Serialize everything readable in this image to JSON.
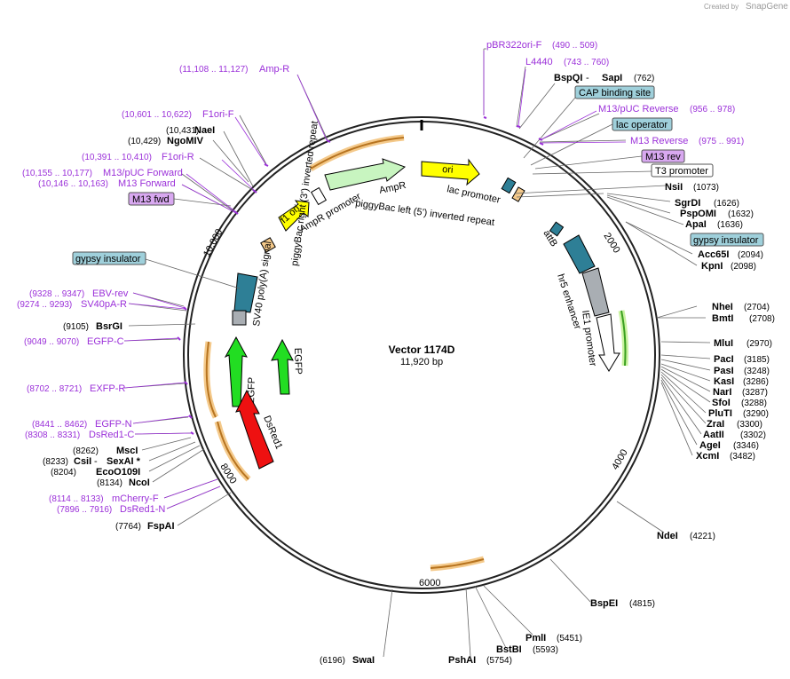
{
  "credit": {
    "created_by": "Created by",
    "brand": "SnapGene"
  },
  "map": {
    "name": "Vector 1174D",
    "size": "11,920 bp",
    "ticks": [
      "2000",
      "4000",
      "6000",
      "8000",
      "10,000"
    ]
  },
  "right_sites": [
    {
      "name": "NsiI",
      "pos": "(1073)"
    },
    {
      "name": "SgrDI",
      "pos": "(1626)"
    },
    {
      "name": "PspOMI",
      "pos": "(1632)"
    },
    {
      "name": "ApaI",
      "pos": "(1636)"
    },
    {
      "name": "Acc65I",
      "pos": "(2094)"
    },
    {
      "name": "KpnI",
      "pos": "(2098)"
    },
    {
      "name": "NheI",
      "pos": "(2704)"
    },
    {
      "name": "BmtI",
      "pos": "(2708)"
    },
    {
      "name": "MluI",
      "pos": "(2970)"
    },
    {
      "name": "PacI",
      "pos": "(3185)"
    },
    {
      "name": "PasI",
      "pos": "(3248)"
    },
    {
      "name": "KasI",
      "pos": "(3286)"
    },
    {
      "name": "NarI",
      "pos": "(3287)"
    },
    {
      "name": "SfoI",
      "pos": "(3288)"
    },
    {
      "name": "PluTI",
      "pos": "(3290)"
    },
    {
      "name": "ZraI",
      "pos": "(3300)"
    },
    {
      "name": "AatII",
      "pos": "(3302)"
    },
    {
      "name": "AgeI",
      "pos": "(3346)"
    },
    {
      "name": "XcmI",
      "pos": "(3482)"
    },
    {
      "name": "NdeI",
      "pos": "(4221)"
    },
    {
      "name": "BspEI",
      "pos": "(4815)"
    },
    {
      "name": "PmlI",
      "pos": "(5451)"
    },
    {
      "name": "BstBI",
      "pos": "(5593)"
    },
    {
      "name": "PshAI",
      "pos": "(5754)"
    },
    {
      "name": "SwaI",
      "pos": "(6196)"
    }
  ],
  "top_sites": [
    {
      "name": "BspQI",
      "sep": " - ",
      "name2": "SapI",
      "pos": "(762)"
    }
  ],
  "top_primers": [
    {
      "name": "pBR322ori-F",
      "pos": "(490 .. 509)"
    },
    {
      "name": "L4440",
      "pos": "(743 .. 760)"
    },
    {
      "name": "M13/pUC Reverse",
      "pos": "(956 .. 978)"
    },
    {
      "name": "M13 Reverse",
      "pos": "(975 .. 991)"
    }
  ],
  "top_boxes": [
    "CAP binding site",
    "lac operator",
    "M13 rev",
    "T3 promoter",
    "gypsy insulator"
  ],
  "left_sites": [
    {
      "name": "NaeI",
      "pos": "(10,431)"
    },
    {
      "name": "NgoMIV",
      "pos": "(10,429)"
    },
    {
      "name": "BsrGI",
      "pos": "(9105)"
    },
    {
      "name": "MscI",
      "pos": "(8262)"
    },
    {
      "name": "CsiI",
      "sep": " - ",
      "name2": "SexAI *",
      "pos": "(8233)"
    },
    {
      "name": "EcoO109I",
      "pos": "(8204)"
    },
    {
      "name": "NcoI",
      "pos": "(8134)"
    },
    {
      "name": "FspAI",
      "pos": "(7764)"
    }
  ],
  "left_primers": [
    {
      "name": "Amp-R",
      "pos": "(11,108 .. 11,127)"
    },
    {
      "name": "F1ori-F",
      "pos": "(10,601 .. 10,622)"
    },
    {
      "name": "F1ori-R",
      "pos": "(10,391 .. 10,410)"
    },
    {
      "name": "M13/pUC Forward",
      "pos": "(10,155 .. 10,177)"
    },
    {
      "name": "M13 Forward",
      "pos": "(10,146 .. 10,163)"
    },
    {
      "name": "EBV-rev",
      "pos": "(9328 .. 9347)"
    },
    {
      "name": "SV40pA-R",
      "pos": "(9274 .. 9293)"
    },
    {
      "name": "EGFP-C",
      "pos": "(9049 .. 9070)"
    },
    {
      "name": "EXFP-R",
      "pos": "(8702 .. 8721)"
    },
    {
      "name": "EGFP-N",
      "pos": "(8441 .. 8462)"
    },
    {
      "name": "DsRed1-C",
      "pos": "(8308 .. 8331)"
    },
    {
      "name": "mCherry-F",
      "pos": "(8114 .. 8133)"
    },
    {
      "name": "DsRed1-N",
      "pos": "(7896 .. 7916)"
    }
  ],
  "left_boxes": [
    "M13 fwd",
    "gypsy insulator"
  ],
  "features": {
    "ori": "ori",
    "ampr": "AmpR",
    "ampr_promoter": "AmpR promoter",
    "f1_ori": "f1 ori",
    "lac_promoter": "lac promoter",
    "pb_left": "piggyBac left (5') inverted repeat",
    "attb": "attB",
    "hr5": "hr5 enhancer",
    "ie1": "IE1 promoter",
    "sv40": "SV40 poly(A) signal",
    "pb_right": "piggyBac right (3') inverted repeat",
    "egfp1": "EGFP",
    "egfp2": "EGFP",
    "dsred": "DsRed1"
  },
  "colors": {
    "primer": "#9b30d9",
    "box_blue": "#9fd0db",
    "box_purple": "#d8a8f0",
    "ori": "#ffff00",
    "ampr": "#c8f5c0",
    "egfp": "#22dd22",
    "dsred": "#ee1111",
    "teal": "#2e7f96",
    "orf": "#f0b45a",
    "ie1": "#ffffff"
  }
}
